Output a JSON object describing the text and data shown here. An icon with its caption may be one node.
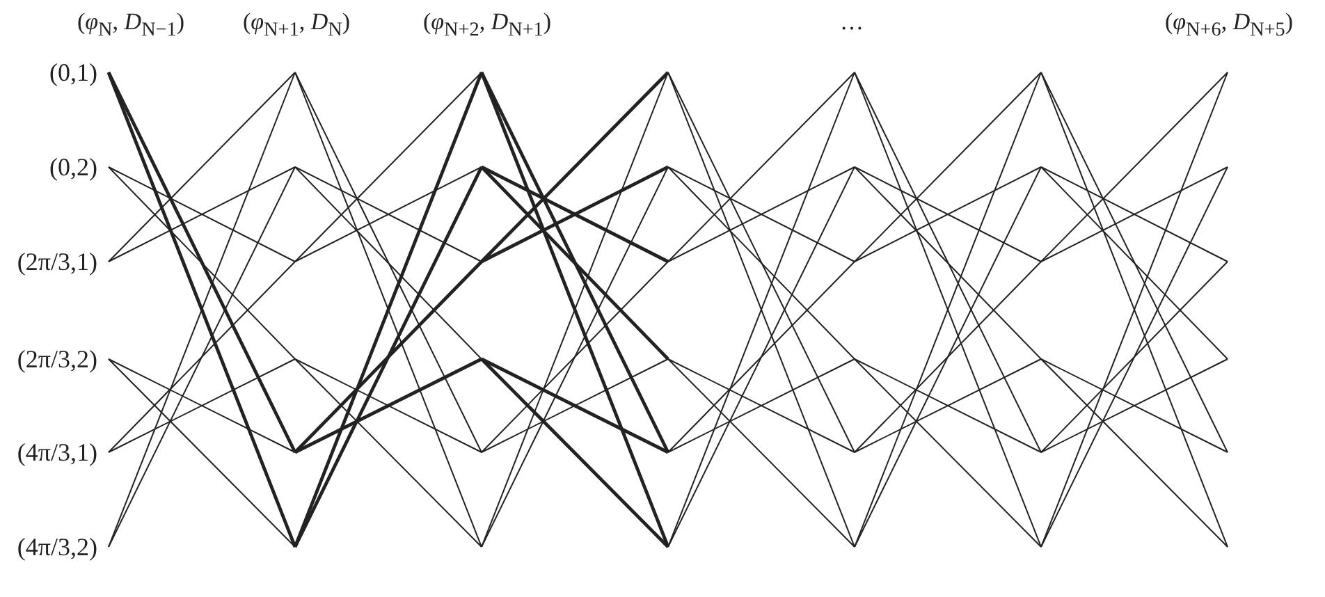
{
  "diagram": {
    "labels": [
      "(*φ*$_{N}$, *D*$_{N−1}$)",
      "(*φ*$_{N+1}$, *D*$_{N}$)",
      "(*φ*$_{N+2}$, *D*$_{N+1}$)",
      "…",
      "(*φ*$_{N+6}$, *D*$_{N+5}$)",
      "(0,1)",
      "(0,2)",
      "(2π/3,1)",
      "(2π/3,2)",
      "(4π/3,1)",
      "(4π/3,2)"
    ]
  }
}
